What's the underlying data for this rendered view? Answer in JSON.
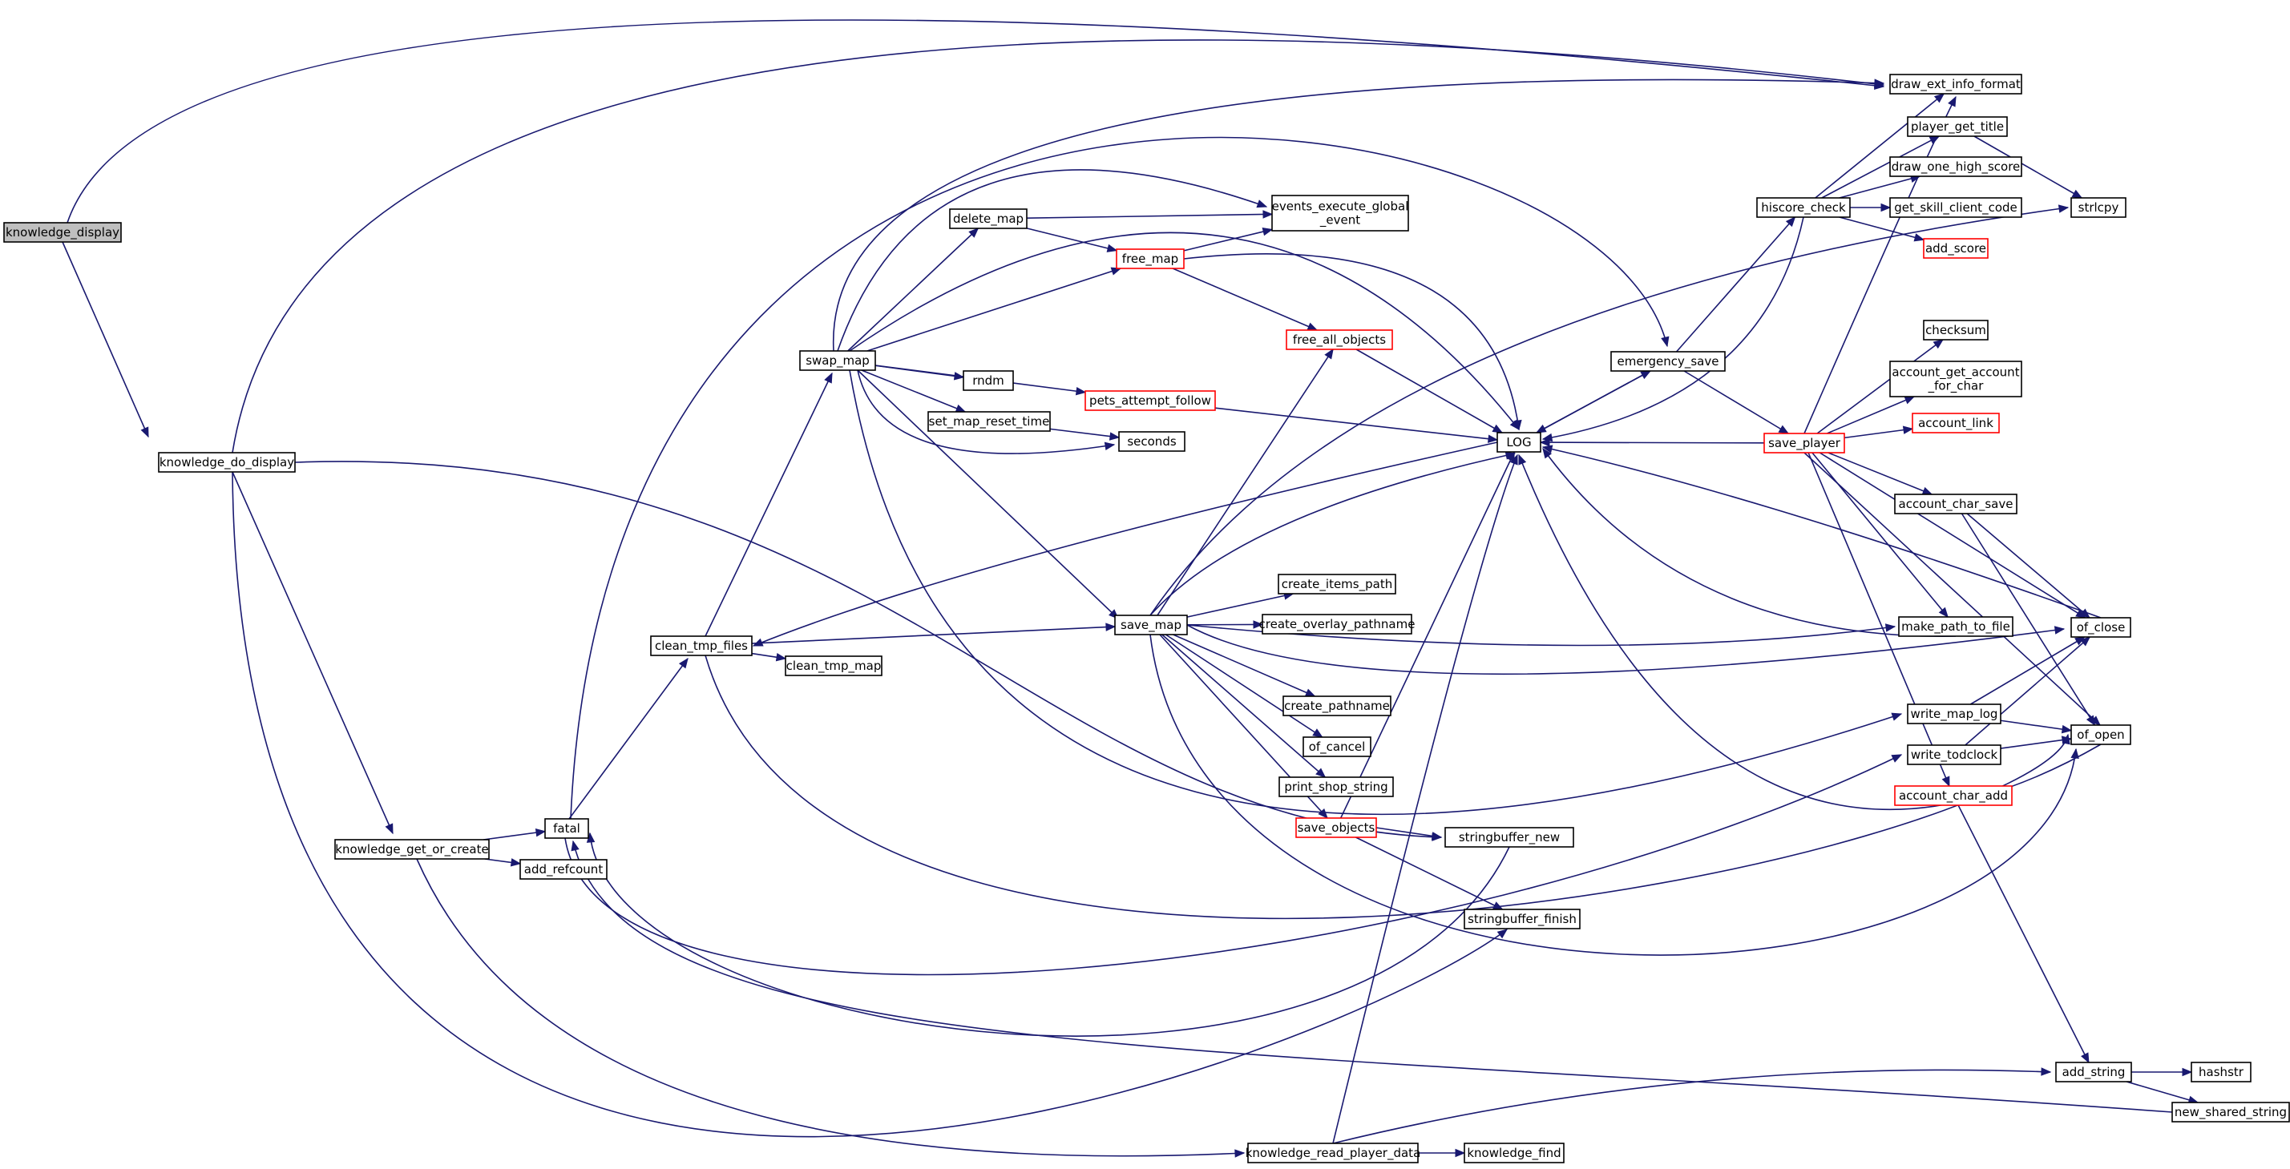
{
  "graph": {
    "nodes": {
      "n_knowledge_display": {
        "label": "knowledge_display",
        "role": "root"
      },
      "n_knowledge_do_display": {
        "label": "knowledge_do_display"
      },
      "n_knowledge_get_or_create": {
        "label": "knowledge_get_or_create"
      },
      "n_fatal": {
        "label": "fatal"
      },
      "n_add_refcount": {
        "label": "add_refcount"
      },
      "n_clean_tmp_files": {
        "label": "clean_tmp_files"
      },
      "n_clean_tmp_map": {
        "label": "clean_tmp_map"
      },
      "n_swap_map": {
        "label": "swap_map"
      },
      "n_delete_map": {
        "label": "delete_map"
      },
      "n_rndm": {
        "label": "rndm"
      },
      "n_set_map_reset_time": {
        "label": "set_map_reset_time"
      },
      "n_pets_attempt_follow": {
        "label": "pets_attempt_follow",
        "truncated": true
      },
      "n_free_map": {
        "label": "free_map",
        "truncated": true
      },
      "n_seconds": {
        "label": "seconds"
      },
      "n_events_execute_global_event": {
        "label": "events_execute_global\n_event"
      },
      "n_free_all_objects": {
        "label": "free_all_objects",
        "truncated": true
      },
      "n_save_map": {
        "label": "save_map"
      },
      "n_create_items_path": {
        "label": "create_items_path"
      },
      "n_create_overlay_pathname": {
        "label": "create_overlay_pathname"
      },
      "n_create_pathname": {
        "label": "create_pathname"
      },
      "n_of_cancel": {
        "label": "of_cancel"
      },
      "n_print_shop_string": {
        "label": "print_shop_string"
      },
      "n_save_objects": {
        "label": "save_objects",
        "truncated": true
      },
      "n_stringbuffer_new": {
        "label": "stringbuffer_new"
      },
      "n_stringbuffer_finish": {
        "label": "stringbuffer_finish"
      },
      "n_LOG": {
        "label": "LOG"
      },
      "n_emergency_save": {
        "label": "emergency_save"
      },
      "n_hiscore_check": {
        "label": "hiscore_check"
      },
      "n_save_player": {
        "label": "save_player",
        "truncated": true
      },
      "n_draw_ext_info_format": {
        "label": "draw_ext_info_format"
      },
      "n_player_get_title": {
        "label": "player_get_title"
      },
      "n_draw_one_high_score": {
        "label": "draw_one_high_score"
      },
      "n_get_skill_client_code": {
        "label": "get_skill_client_code"
      },
      "n_add_score": {
        "label": "add_score",
        "truncated": true
      },
      "n_strlcpy": {
        "label": "strlcpy"
      },
      "n_checksum": {
        "label": "checksum"
      },
      "n_account_get_account_for_char": {
        "label": "account_get_account\n_for_char"
      },
      "n_account_link": {
        "label": "account_link",
        "truncated": true
      },
      "n_account_char_save": {
        "label": "account_char_save"
      },
      "n_make_path_to_file": {
        "label": "make_path_to_file"
      },
      "n_of_close": {
        "label": "of_close"
      },
      "n_write_map_log": {
        "label": "write_map_log"
      },
      "n_write_todclock": {
        "label": "write_todclock"
      },
      "n_of_open": {
        "label": "of_open"
      },
      "n_account_char_add": {
        "label": "account_char_add",
        "truncated": true
      },
      "n_add_string": {
        "label": "add_string"
      },
      "n_hashstr": {
        "label": "hashstr"
      },
      "n_new_shared_string": {
        "label": "new_shared_string"
      },
      "n_knowledge_read_player_data": {
        "label": "knowledge_read_player_data"
      },
      "n_knowledge_find": {
        "label": "knowledge_find"
      }
    },
    "edges": [
      [
        "knowledge_display",
        "knowledge_do_display"
      ],
      [
        "knowledge_display",
        "draw_ext_info_format"
      ],
      [
        "knowledge_do_display",
        "draw_ext_info_format"
      ],
      [
        "knowledge_do_display",
        "knowledge_get_or_create"
      ],
      [
        "knowledge_do_display",
        "stringbuffer_new"
      ],
      [
        "knowledge_do_display",
        "stringbuffer_finish"
      ],
      [
        "knowledge_get_or_create",
        "fatal"
      ],
      [
        "knowledge_get_or_create",
        "add_refcount"
      ],
      [
        "knowledge_get_or_create",
        "knowledge_read_player_data"
      ],
      [
        "fatal",
        "clean_tmp_files"
      ],
      [
        "fatal",
        "emergency_save"
      ],
      [
        "clean_tmp_files",
        "swap_map"
      ],
      [
        "clean_tmp_files",
        "save_map"
      ],
      [
        "clean_tmp_files",
        "clean_tmp_map"
      ],
      [
        "clean_tmp_files",
        "of_open"
      ],
      [
        "swap_map",
        "draw_ext_info_format"
      ],
      [
        "swap_map",
        "events_execute_global_event"
      ],
      [
        "swap_map",
        "delete_map"
      ],
      [
        "swap_map",
        "free_map"
      ],
      [
        "swap_map",
        "LOG"
      ],
      [
        "swap_map",
        "rndm"
      ],
      [
        "swap_map",
        "set_map_reset_time"
      ],
      [
        "swap_map",
        "pets_attempt_follow"
      ],
      [
        "swap_map",
        "seconds"
      ],
      [
        "swap_map",
        "save_map"
      ],
      [
        "swap_map",
        "write_map_log"
      ],
      [
        "delete_map",
        "free_map"
      ],
      [
        "delete_map",
        "events_execute_global_event"
      ],
      [
        "free_map",
        "events_execute_global_event"
      ],
      [
        "free_map",
        "free_all_objects"
      ],
      [
        "free_map",
        "LOG"
      ],
      [
        "set_map_reset_time",
        "seconds"
      ],
      [
        "pets_attempt_follow",
        "LOG"
      ],
      [
        "free_all_objects",
        "LOG"
      ],
      [
        "save_map",
        "free_all_objects"
      ],
      [
        "save_map",
        "LOG"
      ],
      [
        "save_map",
        "create_items_path"
      ],
      [
        "save_map",
        "create_overlay_pathname"
      ],
      [
        "save_map",
        "create_pathname"
      ],
      [
        "save_map",
        "of_cancel"
      ],
      [
        "save_map",
        "print_shop_string"
      ],
      [
        "save_map",
        "save_objects"
      ],
      [
        "save_map",
        "make_path_to_file"
      ],
      [
        "save_map",
        "of_close"
      ],
      [
        "save_map",
        "of_open"
      ],
      [
        "save_map",
        "strlcpy"
      ],
      [
        "save_objects",
        "LOG"
      ],
      [
        "save_objects",
        "stringbuffer_new"
      ],
      [
        "save_objects",
        "stringbuffer_finish"
      ],
      [
        "stringbuffer_new",
        "fatal"
      ],
      [
        "LOG",
        "clean_tmp_files"
      ],
      [
        "LOG",
        "emergency_save"
      ],
      [
        "emergency_save",
        "LOG"
      ],
      [
        "emergency_save",
        "hiscore_check"
      ],
      [
        "emergency_save",
        "save_player"
      ],
      [
        "hiscore_check",
        "draw_ext_info_format"
      ],
      [
        "hiscore_check",
        "player_get_title"
      ],
      [
        "hiscore_check",
        "draw_one_high_score"
      ],
      [
        "hiscore_check",
        "get_skill_client_code"
      ],
      [
        "hiscore_check",
        "add_score"
      ],
      [
        "hiscore_check",
        "LOG"
      ],
      [
        "player_get_title",
        "strlcpy"
      ],
      [
        "save_player",
        "LOG"
      ],
      [
        "save_player",
        "draw_ext_info_format"
      ],
      [
        "save_player",
        "checksum"
      ],
      [
        "save_player",
        "account_get_account_for_char"
      ],
      [
        "save_player",
        "account_link"
      ],
      [
        "save_player",
        "account_char_save"
      ],
      [
        "save_player",
        "make_path_to_file"
      ],
      [
        "save_player",
        "of_close"
      ],
      [
        "save_player",
        "of_open"
      ],
      [
        "save_player",
        "account_char_add"
      ],
      [
        "account_char_save",
        "of_close"
      ],
      [
        "account_char_save",
        "of_open"
      ],
      [
        "make_path_to_file",
        "LOG"
      ],
      [
        "of_close",
        "LOG"
      ],
      [
        "of_open",
        "LOG"
      ],
      [
        "write_map_log",
        "of_close"
      ],
      [
        "write_map_log",
        "of_open"
      ],
      [
        "write_todclock",
        "of_close"
      ],
      [
        "write_todclock",
        "of_open"
      ],
      [
        "account_char_add",
        "add_string"
      ],
      [
        "add_string",
        "hashstr"
      ],
      [
        "add_string",
        "new_shared_string"
      ],
      [
        "new_shared_string",
        "fatal"
      ],
      [
        "knowledge_read_player_data",
        "LOG"
      ],
      [
        "knowledge_read_player_data",
        "add_string"
      ],
      [
        "knowledge_read_player_data",
        "knowledge_find"
      ],
      [
        "fatal",
        "write_todclock"
      ]
    ]
  }
}
